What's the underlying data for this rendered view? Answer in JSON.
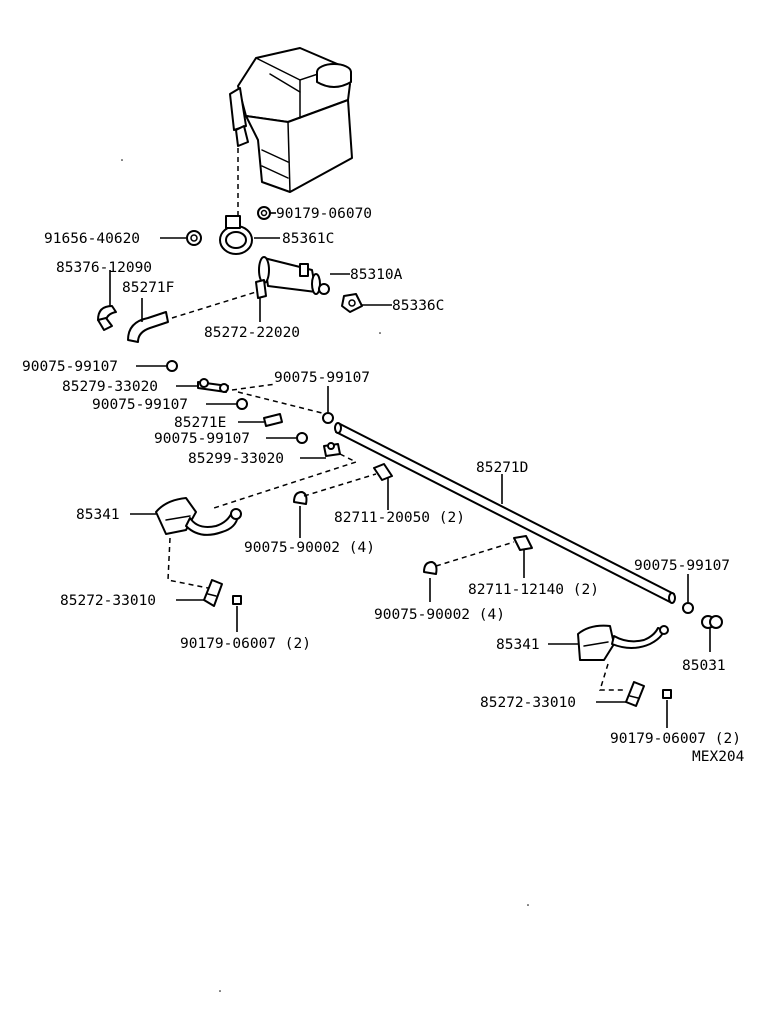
{
  "diagram_code": "MEX204",
  "labels": {
    "p90179_06070": "90179-06070",
    "p91656_40620": "91656-40620",
    "p85361C": "85361C",
    "p85376_12090": "85376-12090",
    "p85310A": "85310A",
    "p85271F": "85271F",
    "p85336C": "85336C",
    "p85272_22020": "85272-22020",
    "p90075_99107_a": "90075-99107",
    "p85279_33020": "85279-33020",
    "p90075_99107_b": "90075-99107",
    "p90075_99107_c": "90075-99107",
    "p85271E": "85271E",
    "p90075_99107_d": "90075-99107",
    "p85299_33020": "85299-33020",
    "p85271D": "85271D",
    "p85341_a": "85341",
    "p82711_20050": "82711-20050 (2)",
    "p90075_90002_a": "90075-90002 (4)",
    "p90075_99107_e": "90075-99107",
    "p85272_33010_a": "85272-33010",
    "p90179_06007_a": "90179-06007 (2)",
    "p90075_90002_b": "90075-90002 (4)",
    "p82711_12140": "82711-12140 (2)",
    "p85341_b": "85341",
    "p85031": "85031",
    "p85272_33010_b": "85272-33010",
    "p90179_06007_b": "90179-06007 (2)"
  }
}
